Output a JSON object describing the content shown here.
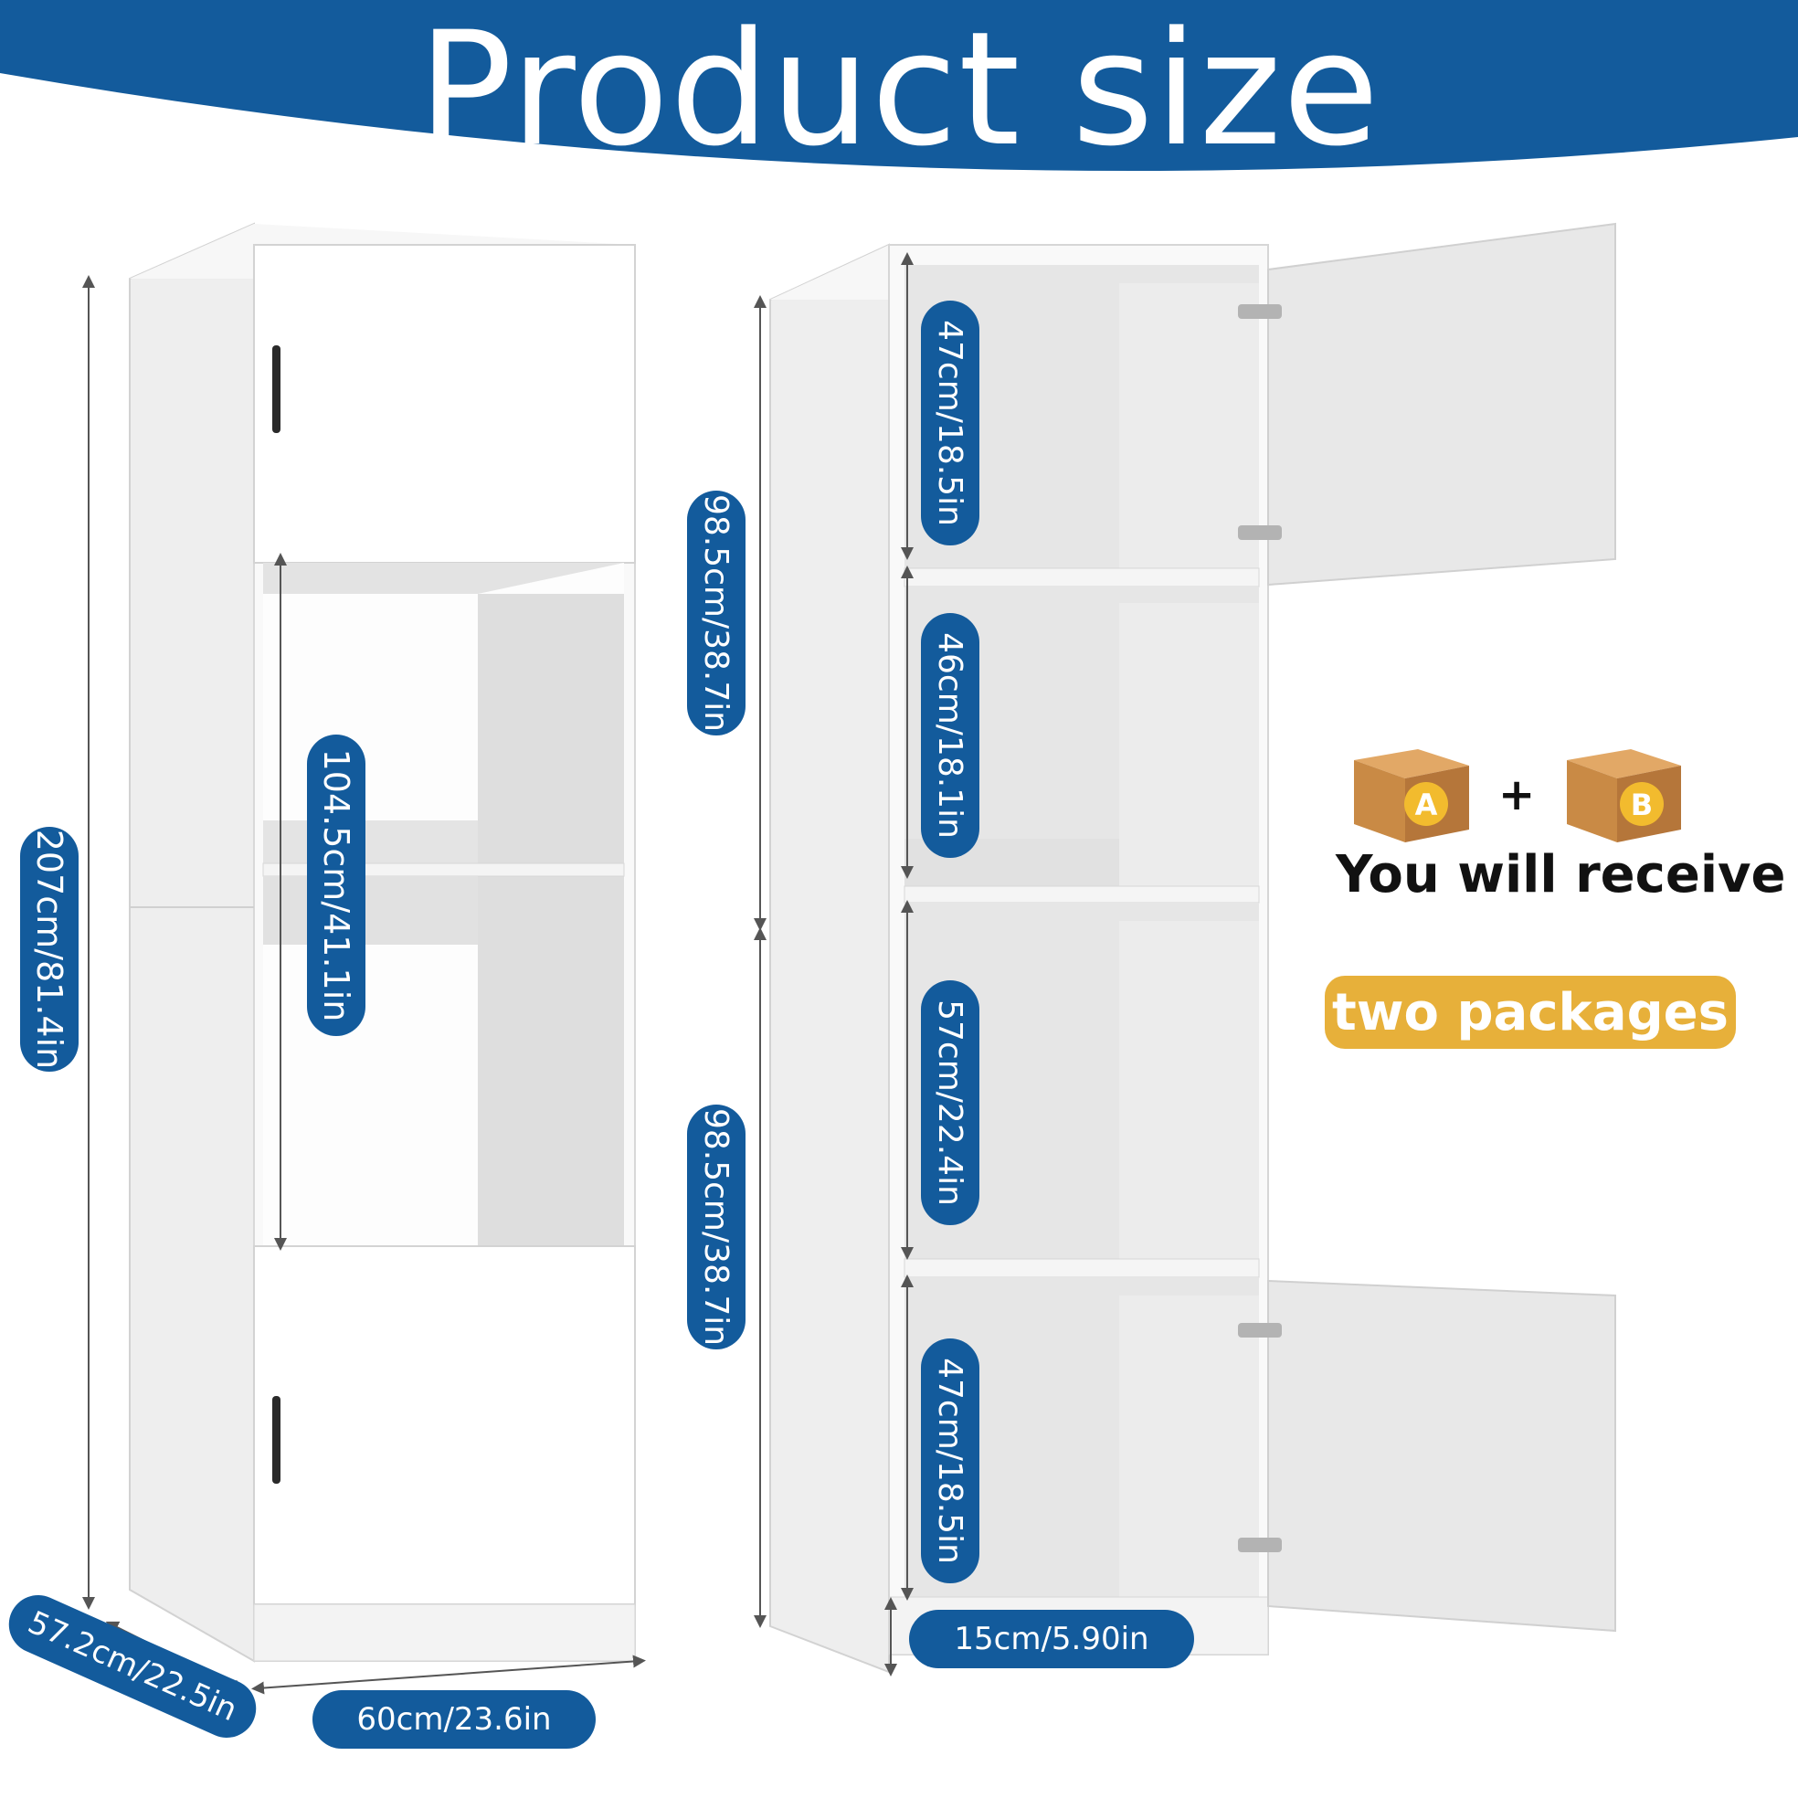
{
  "header": {
    "title": "Product size"
  },
  "left_cabinet": {
    "height_label": "207cm/81.4in",
    "opening_label": "104.5cm/41.1in",
    "depth_label": "57.2cm/22.5in",
    "width_label": "60cm/23.6in"
  },
  "right_cabinet": {
    "upper_half_label": "98.5cm/38.7in",
    "lower_half_label": "98.5cm/38.7in",
    "compartment_1_label": "47cm/18.5in",
    "compartment_2_label": "46cm/18.1in",
    "compartment_3_label": "57cm/22.4in",
    "compartment_4_label": "47cm/18.5in",
    "base_label": "15cm/5.90in"
  },
  "packages": {
    "box_a": "A",
    "box_b": "B",
    "plus": "+",
    "caption": "You will receive",
    "badge": "two packages"
  },
  "colors": {
    "brand_blue": "#135b9c",
    "accent_gold": "#e7b03a",
    "box_brown": "#c98a45"
  }
}
